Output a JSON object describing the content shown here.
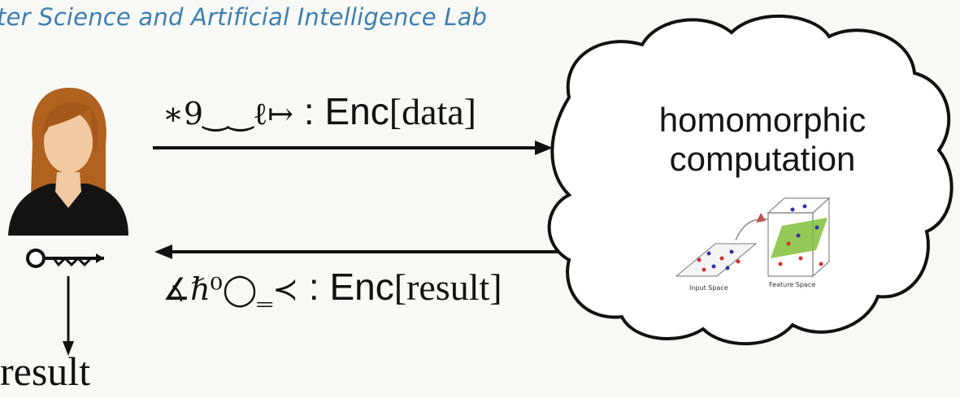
{
  "header": {
    "text": "ter Science and Artificial Intelligence Lab"
  },
  "request": {
    "garbled": "∗9‿‿ℓ↦",
    "separator": " : ",
    "enc": "Enc",
    "arg": "[data]"
  },
  "response": {
    "garbled": "∡ℏ⁰◯‗≺",
    "separator": " : ",
    "enc": "Enc",
    "arg": "[result]"
  },
  "cloud": {
    "line1": "homomorphic",
    "line2": "computation",
    "inset_left_label": "Input Space",
    "inset_right_label": "Feature Space"
  },
  "user": {
    "result_label": "result"
  },
  "colors": {
    "header": "#3d7fb0",
    "hair": "#b0621e",
    "skin": "#f2c9a0",
    "suit": "#141414",
    "plane": "#7fbf3a"
  }
}
